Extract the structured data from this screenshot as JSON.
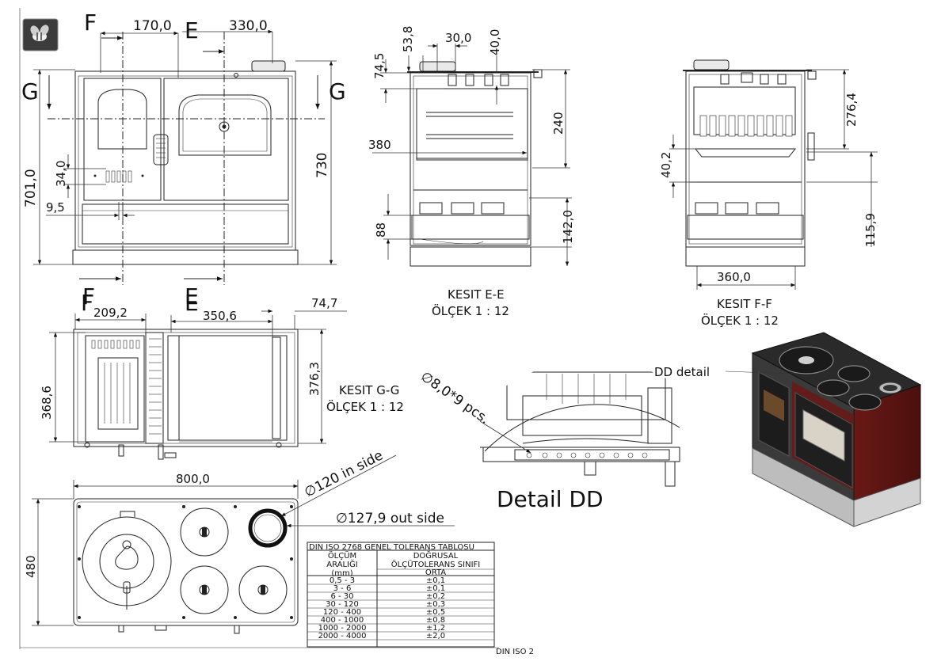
{
  "views": {
    "front": {
      "section_f": "F",
      "section_e": "E",
      "section_g": "G",
      "dim_width_left": "170,0",
      "dim_width_right": "330,0",
      "dim_height_701": "701,0",
      "dim_height_730": "730",
      "dim_34": "34,0",
      "dim_9_5": "9,5"
    },
    "section_ee": {
      "dim_53_8": "53,8",
      "dim_30": "30,0",
      "dim_40": "40,0",
      "dim_74_5": "74,5",
      "dim_240": "240",
      "dim_380": "380",
      "dim_88": "88",
      "dim_142": "142,0",
      "caption_line1": "KESIT E-E",
      "caption_line2": "ÖLÇEK 1 : 12"
    },
    "section_ff": {
      "dim_276_4": "276,4",
      "dim_40_2": "40,2",
      "dim_115_9": "115,9",
      "dim_360": "360,0",
      "caption_line1": "KESIT F-F",
      "caption_line2": "ÖLÇEK 1 : 12"
    },
    "section_gg": {
      "section_f": "F",
      "section_e": "E",
      "dim_209_2": "209,2",
      "dim_350_6": "350,6",
      "dim_74_7": "74,7",
      "dim_368_6": "368,6",
      "dim_376_3": "376,3",
      "caption_line1": "KESIT G-G",
      "caption_line2": "ÖLÇEK 1 : 12"
    },
    "top": {
      "dim_800": "800,0",
      "dim_480": "480",
      "flue_in": "∅120 in side",
      "flue_out": "∅127,9 out side"
    },
    "detail": {
      "holes_note": "∅8,0*9 pcs.",
      "title": "Detail DD",
      "callout": "DD detail"
    }
  },
  "tolerance_table": {
    "title": "DIN ISO 2768 GENEL TOLERANS TABLOSU",
    "col1_header": [
      "ÖLÇÜM",
      "ARALIĞI",
      "(mm)"
    ],
    "col2_header": [
      "DOĞRUSAL",
      "ÖLÇÜTOLERANS SINIFI",
      "ORTA"
    ],
    "rows": [
      {
        "range": "0,5 - 3",
        "tol": "±0,1"
      },
      {
        "range": "3 - 6",
        "tol": "±0,1"
      },
      {
        "range": "6 - 30",
        "tol": "±0,2"
      },
      {
        "range": "30 - 120",
        "tol": "±0,3"
      },
      {
        "range": "120 - 400",
        "tol": "±0,5"
      },
      {
        "range": "400 - 1000",
        "tol": "±0,8"
      },
      {
        "range": "1000 - 2000",
        "tol": "±1,2"
      },
      {
        "range": "2000 - 4000",
        "tol": "±2,0"
      }
    ],
    "footer_note": "DIN ISO 2"
  },
  "colors": {
    "line": "#222222",
    "stove_body": "#5b1512",
    "stove_top": "#2a2a2a",
    "stove_base": "#c8c8c8",
    "logo_bg": "#3c3c3c"
  },
  "icons": {
    "logo": "bee-logo-icon"
  }
}
